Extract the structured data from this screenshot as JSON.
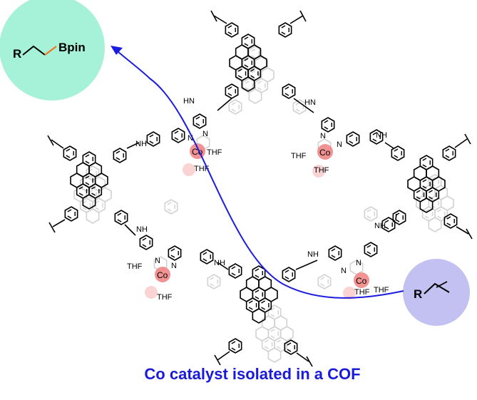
{
  "caption": "Co catalyst isolated in a COF",
  "product": {
    "r_label": "R",
    "b_label": "Bpin"
  },
  "substrate": {
    "r_label": "R"
  },
  "labels": {
    "nh": "NH",
    "hn": "HN",
    "n": "N",
    "co": "Co",
    "thf": "THF"
  },
  "colors": {
    "product_circle": "#a6f2d9",
    "substrate_circle": "#c3c1f2",
    "arrow": "#1c1ce0",
    "cobalt_highlight": "#f08080",
    "bond_highlight": "#f07820",
    "caption": "#1a1adb"
  }
}
